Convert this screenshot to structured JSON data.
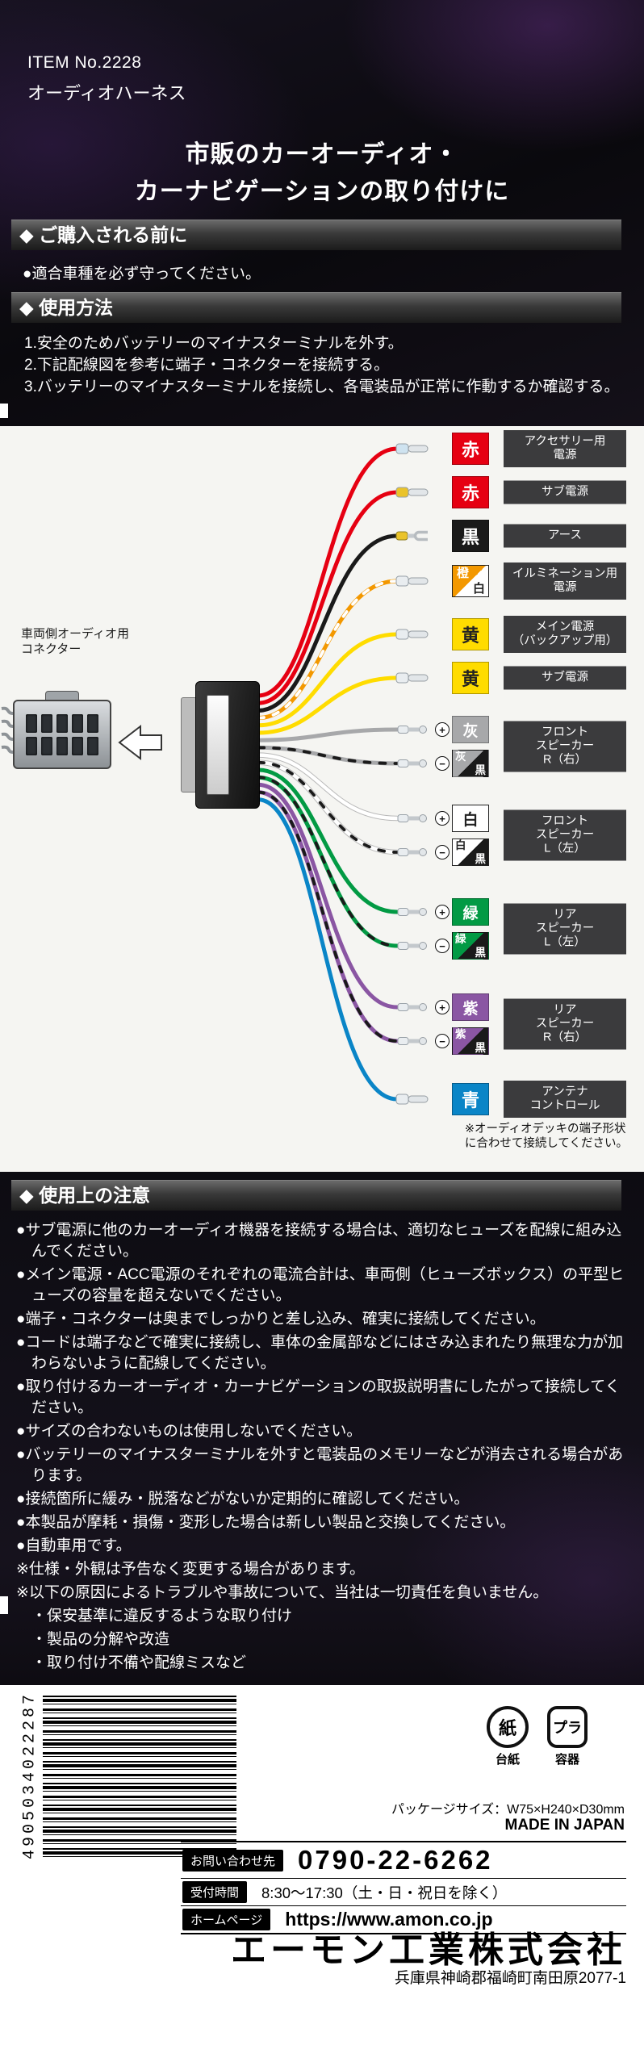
{
  "header": {
    "item_no": "ITEM No.2228",
    "product_name": "オーディオハーネス",
    "title_line1": "市販のカーオーディオ・",
    "title_line2": "カーナビゲーションの取り付けに"
  },
  "sections": {
    "before_purchase": {
      "heading": "◆ ご購入される前に",
      "items": [
        "●適合車種を必ず守ってください。"
      ]
    },
    "usage": {
      "heading": "◆ 使用方法",
      "steps": [
        "1.安全のためバッテリーのマイナスターミナルを外す。",
        "2.下記配線図を参考に端子・コネクターを接続する。",
        "3.バッテリーのマイナスターミナルを接続し、各電装品が正常に作動するか確認する。"
      ]
    },
    "cautions": {
      "heading": "◆ 使用上の注意",
      "items": [
        "●サブ電源に他のカーオーディオ機器を接続する場合は、適切なヒューズを配線に組み込んでください。",
        "●メイン電源・ACC電源のそれぞれの電流合計は、車両側（ヒューズボックス）の平型ヒューズの容量を超えないでください。",
        "●端子・コネクターは奥までしっかりと差し込み、確実に接続してください。",
        "●コードは端子などで確実に接続し、車体の金属部などにはさみ込まれたり無理な力が加わらないように配線してください。",
        "●取り付けるカーオーディオ・カーナビゲーションの取扱説明書にしたがって接続してください。",
        "●サイズの合わないものは使用しないでください。",
        "●バッテリーのマイナスターミナルを外すと電装品のメモリーなどが消去される場合があります。",
        "●接続箇所に緩み・脱落などがないか定期的に確認してください。",
        "●本製品が摩耗・損傷・変形した場合は新しい製品と交換してください。",
        "●自動車用です。",
        "※仕様・外観は予告なく変更する場合があります。",
        "※以下の原因によるトラブルや事故について、当社は一切責任を負いません。",
        "　・保安基準に違反するような取り付け",
        "　・製品の分解や改造",
        "　・取り付け不備や配線ミスなど"
      ]
    }
  },
  "diagram": {
    "connector_label": "車両側オーディオ用\nコネクター",
    "footnote_line1": "※オーディオデッキの端子形状",
    "footnote_line2": "に合わせて接続してください。",
    "groups": [
      {
        "label": "アクセサリー用\n電源",
        "wires": [
          {
            "name": "赤",
            "colors": [
              "#e60012"
            ],
            "text": "#ffffff",
            "terminal": "spade",
            "sleeve": "#cfe3f0"
          }
        ]
      },
      {
        "label": "サブ電源",
        "wires": [
          {
            "name": "赤",
            "colors": [
              "#e60012"
            ],
            "text": "#ffffff",
            "terminal": "spade",
            "sleeve": "#eac32a"
          }
        ]
      },
      {
        "label": "アース",
        "wires": [
          {
            "name": "黒",
            "colors": [
              "#1a1a1a"
            ],
            "text": "#ffffff",
            "terminal": "fork",
            "sleeve": "#eac32a"
          }
        ]
      },
      {
        "label": "イルミネーション用\n電源",
        "wires": [
          {
            "name": "橙",
            "name2": "白",
            "colors": [
              "#f39800",
              "#ffffff"
            ],
            "text": "#ffffff",
            "text2": "#222222",
            "terminal": "spade"
          }
        ]
      },
      {
        "label": "メイン電源\n（バックアップ用）",
        "wires": [
          {
            "name": "黄",
            "colors": [
              "#ffdc00"
            ],
            "text": "#222222",
            "terminal": "spade"
          }
        ]
      },
      {
        "label": "サブ電源",
        "wires": [
          {
            "name": "黄",
            "colors": [
              "#ffdc00"
            ],
            "text": "#222222",
            "terminal": "spade"
          }
        ]
      },
      {
        "label": "フロント\nスピーカー\nR（右）",
        "wires": [
          {
            "name": "灰",
            "colors": [
              "#a7a8aa"
            ],
            "text": "#ffffff",
            "terminal": "bullet",
            "polarity": "+"
          },
          {
            "name": "灰",
            "name2": "黒",
            "colors": [
              "#a7a8aa",
              "#1a1a1a"
            ],
            "text": "#ffffff",
            "text2": "#ffffff",
            "terminal": "bullet",
            "polarity": "−"
          }
        ]
      },
      {
        "label": "フロント\nスピーカー\nL（左）",
        "wires": [
          {
            "name": "白",
            "colors": [
              "#ffffff"
            ],
            "text": "#222222",
            "terminal": "bullet",
            "polarity": "+"
          },
          {
            "name": "白",
            "name2": "黒",
            "colors": [
              "#ffffff",
              "#1a1a1a"
            ],
            "text": "#222222",
            "text2": "#ffffff",
            "terminal": "bullet",
            "polarity": "−"
          }
        ]
      },
      {
        "label": "リア\nスピーカー\nL（左）",
        "wires": [
          {
            "name": "緑",
            "colors": [
              "#029a44"
            ],
            "text": "#ffffff",
            "terminal": "bullet",
            "polarity": "+"
          },
          {
            "name": "緑",
            "name2": "黒",
            "colors": [
              "#029a44",
              "#1a1a1a"
            ],
            "text": "#ffffff",
            "text2": "#ffffff",
            "terminal": "bullet",
            "polarity": "−"
          }
        ]
      },
      {
        "label": "リア\nスピーカー\nR（右）",
        "wires": [
          {
            "name": "紫",
            "colors": [
              "#8a56a3"
            ],
            "text": "#ffffff",
            "terminal": "bullet",
            "polarity": "+"
          },
          {
            "name": "紫",
            "name2": "黒",
            "colors": [
              "#8a56a3",
              "#1a1a1a"
            ],
            "text": "#ffffff",
            "text2": "#ffffff",
            "terminal": "bullet",
            "polarity": "−"
          }
        ]
      },
      {
        "label": "アンテナ\nコントロール",
        "wires": [
          {
            "name": "青",
            "colors": [
              "#0a85c7"
            ],
            "text": "#ffffff",
            "terminal": "spade"
          }
        ]
      }
    ]
  },
  "footer": {
    "barcode": "4905034022287",
    "recycle_paper": {
      "symbol": "紙",
      "label": "台紙"
    },
    "recycle_plastic": {
      "symbol": "プラ",
      "label": "容器"
    },
    "package_size": "パッケージサイズ：W75×H240×D30mm",
    "made_in": "MADE IN JAPAN",
    "contact_label": "お問い合わせ先",
    "phone": "0790-22-6262",
    "hours_label": "受付時間",
    "hours": "8:30～17:30（土・日・祝日を除く）",
    "homepage_label": "ホームページ",
    "homepage": "https://www.amon.co.jp",
    "company": "エーモン工業株式会社",
    "address": "兵庫県神崎郡福崎町南田原2077-1"
  }
}
